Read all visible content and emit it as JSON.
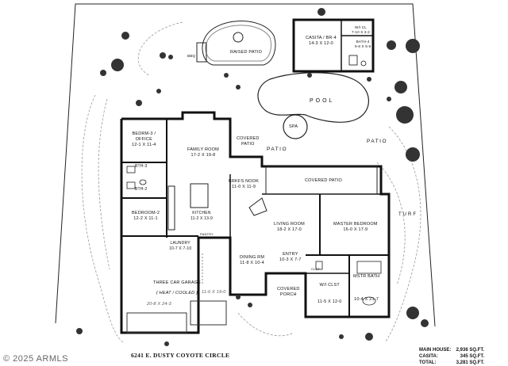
{
  "rooms": {
    "casita": {
      "name": "CASITA / BR-4",
      "dims": "14-3 X 12-0"
    },
    "casita_closet": {
      "name": "W/I CL",
      "dims": "7-10 X 3-2"
    },
    "bath4": {
      "name": "BATH-4",
      "dims": "9-8 X 5-6"
    },
    "raised_patio": {
      "name": "RAISED PATIO"
    },
    "bbq": {
      "name": "BBQ"
    },
    "bedroom3": {
      "name": "BEDRM-3 /",
      "name2": "OFFICE",
      "dims": "12-1 X 11-4"
    },
    "family_room": {
      "name": "FAMILY ROOM",
      "dims": "17-2 X 19-8"
    },
    "covered_patio_1": {
      "name": "COVERED",
      "name2": "PATIO"
    },
    "bath3": {
      "name": "BTH-3"
    },
    "bath2": {
      "name": "BTH-2"
    },
    "brkfs_nook": {
      "name": "BRKFS NOOK",
      "dims": "11-0 X 11-9"
    },
    "covered_patio_2": {
      "name": "COVERED PATIO"
    },
    "bedroom2": {
      "name": "BEDROOM-2",
      "dims": "12-2 X 11-1"
    },
    "kitchen": {
      "name": "KITCHEN",
      "dims": "11-2 X 13-9"
    },
    "pantry": {
      "name": "PANTRY"
    },
    "laundry": {
      "name": "LAUNDRY",
      "dims": "10-7 X 7-10"
    },
    "living_room": {
      "name": "LIVING ROOM",
      "dims": "18-2 X 17-0"
    },
    "master_bedroom": {
      "name": "MASTER BEDROOM",
      "dims": "16-0 X 17-9"
    },
    "entry": {
      "name": "ENTRY",
      "dims": "10-3 X 7-7"
    },
    "dining_rm": {
      "name": "DINING RM",
      "dims": "11-8 X 10-4"
    },
    "garage": {
      "name": "THREE CAR GARAGE",
      "note": "( HEAT / COOLED )",
      "dims_a": "11-6 X 19-0",
      "dims_b": "20-8 X 24-3"
    },
    "covered_porch": {
      "name": "COVERED",
      "name2": "PORCH"
    },
    "wi_closet": {
      "name": "W/I CLST",
      "dims": "11-5 X 12-0"
    },
    "mstr_bath": {
      "name": "MSTR BATH",
      "dims": "10-4 X 21-7"
    },
    "closet": {
      "name": "CLST"
    }
  },
  "outdoor": {
    "pool": "POOL",
    "spa": "SPA",
    "patio": "PATIO",
    "turf": "TURF"
  },
  "address": "6241 E. DUSTY COYOTE CIRCLE",
  "copyright": "© 2025 ARMLS",
  "sqft": {
    "main_label": "MAIN HOUSE:",
    "main_value": "2,936 SQ.FT.",
    "casita_label": "CASITA:",
    "casita_value": "345 SQ.FT.",
    "total_label": "TOTAL:",
    "total_value": "3,281 SQ.FT."
  }
}
